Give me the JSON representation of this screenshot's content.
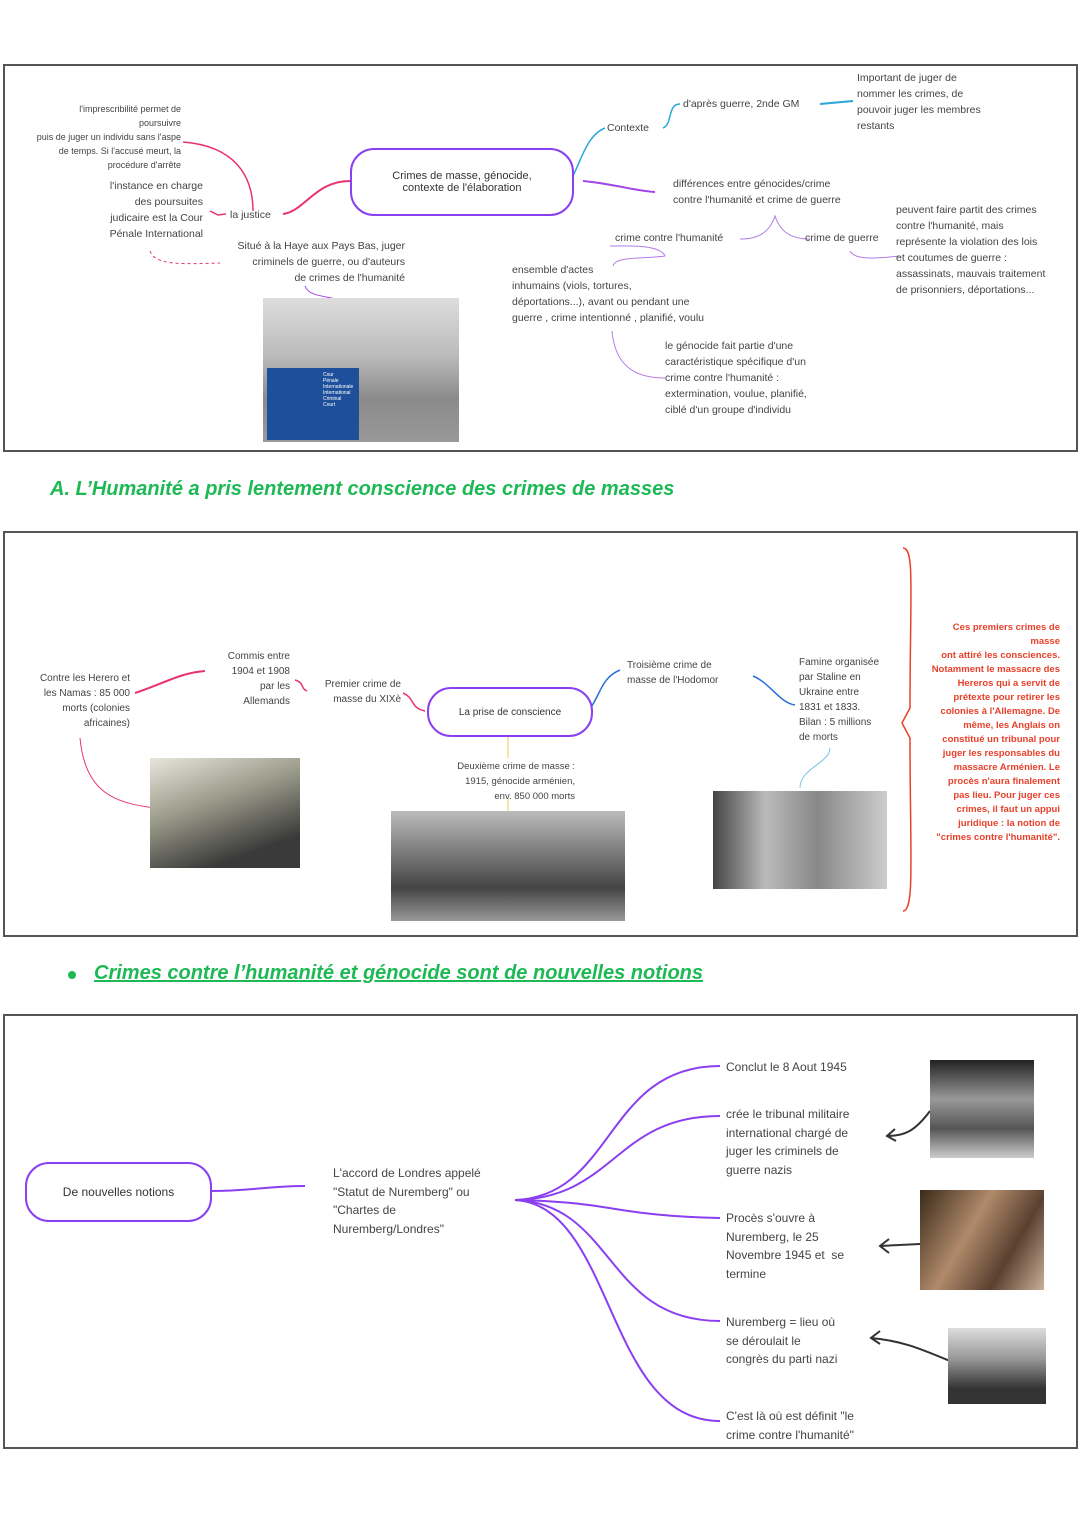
{
  "map1": {
    "central": "Crimes de masse, génocide,\ncontexte de l'élaboration",
    "imprescriptibilite": "l'imprescribilité permet de\npoursuivre\npuis de juger un individu sans l'aspe\nde temps. Si l'accusé meurt, la\nprocédure d'arrête",
    "instance": "l'instance en charge\ndes poursuites\njudicaire est la Cour\nPénale International",
    "justice": "la justice",
    "haye": "Situé à la Haye aux Pays Bas, juger\ncriminels de guerre, ou d'auteurs\nde crimes de l'humanité",
    "contexte": "Contexte",
    "apres_guerre": "d'après guerre, 2nde GM",
    "important": "Important de juger de\nnommer les crimes, de\npouvoir juger les membres\nrestants",
    "differences": "différences entre génocides/crime\ncontre l'humanité et crime de guerre",
    "cch": "crime contre l'humanité",
    "cdg": "crime de guerre",
    "cdg_desc": "peuvent faire partit des crimes\ncontre l'humanité, mais\nreprésente la violation des lois\net coutumes de guerre :\nassassinats, mauvais traitement\nde prisonniers, déportations...",
    "ensemble": "ensemble d'actes\ninhumains (viols, tortures,\ndéportations...), avant ou pendant une\nguerre , crime intentionné , planifié, voulu",
    "genocide": "le génocide fait partie d'une\ncaractéristique spécifique d'un\ncrime contre l'humanité :\nextermination, voulue, planifié,\nciblé d'un groupe d'individu",
    "photo_sign": "Cour\nPénale\nInternationale\nInternational\nCriminal\nCourt"
  },
  "heading1": "A. L’Humanité a pris lentement conscience des crimes de masses",
  "map2": {
    "central": "La prise de conscience",
    "herero": "Contre les Herero et\nles Namas : 85 000\nmorts (colonies\nafricaines)",
    "commis": "Commis entre\n1904 et 1908\npar les\nAllemands",
    "premier": "Premier crime de\nmasse du XIXè",
    "deuxieme": "Deuxième crime de masse :\n1915, génocide arménien,\nenv. 850 000 morts",
    "troisieme": "Troisième crime de\nmasse de l'Hodomor",
    "famine": "Famine organisée\npar Staline en\nUkraine entre\n1831 et 1833.\nBilan : 5 millions\nde morts",
    "note": "Ces premiers crimes de\nmasse\nont attiré les consciences.\nNotamment le massacre des\nHereros qui a servit de\nprétexte pour retirer les\ncolonies à l'Allemagne. De\nmême, les Anglais on\nconstitué un tribunal pour\njuger les responsables du\nmassacre Arménien. Le\nprocès n'aura finalement\npas lieu. Pour juger ces\ncrimes, il faut un appui\njuridique : la notion de\n\"crimes contre l'humanité\"."
  },
  "heading2": "Crimes contre l’humanité et génocide sont de nouvelles notions",
  "map3": {
    "central": "De nouvelles notions",
    "accord": "L'accord de Londres appelé\n\"Statut de Nuremberg\" ou\n\"Chartes de\nNuremberg/Londres\"",
    "branches": [
      "Conclut le 8 Aout 1945",
      "crée le tribunal militaire\ninternational chargé de\njuger les criminels de\nguerre nazis",
      "Procès s'ouvre à\nNuremberg, le 25\nNovembre 1945 et  se\ntermine",
      "Nuremberg = lieu où\nse déroulait le\ncongrès du parti nazi",
      "C'est là où est définit \"le\ncrime contre l'humanité\""
    ]
  },
  "colors": {
    "heading": "#1db954",
    "node": "#8a3ff0",
    "pink": "#e8336d",
    "blue": "#2aa7d8",
    "red_note": "#e8412b"
  }
}
